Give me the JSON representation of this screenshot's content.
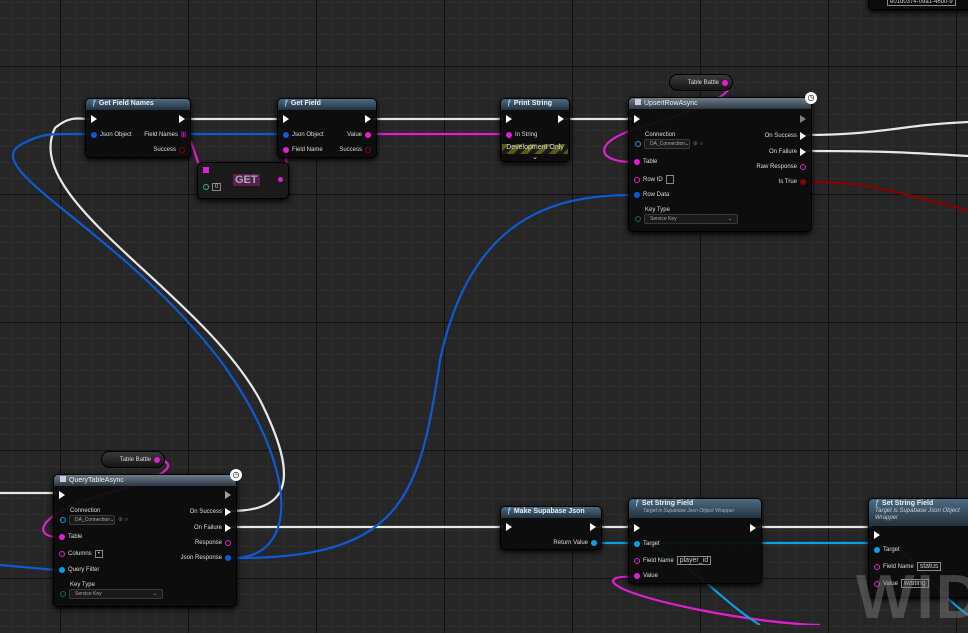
{
  "colors": {
    "exec": "#ffffff",
    "object": "#0c5bd4",
    "string": "#e21fd0",
    "bool": "#8a0000",
    "struct": "#0aa0e6",
    "background": "#262626"
  },
  "top_node": {
    "value": "e01d0374-09a1-4600-9"
  },
  "get_field_names": {
    "title": "Get Field Names",
    "pins": {
      "json_object": "Json Object",
      "field_names": "Field Names",
      "success": "Success"
    }
  },
  "get_array": {
    "title": "GET",
    "index": "0"
  },
  "get_field": {
    "title": "Get Field",
    "pins": {
      "json_object": "Json Object",
      "field_name": "Field Name",
      "value": "Value",
      "success": "Success"
    }
  },
  "print_string": {
    "title": "Print String",
    "pins": {
      "in_string": "In String"
    },
    "banner": "Development Only",
    "expand": "⌄"
  },
  "upsert": {
    "title": "UpsertRowAsync",
    "table_var": "Table Battle",
    "connection_label": "Connection",
    "connection_value": "DA_Connection",
    "table": "Table",
    "row_id": "Row ID",
    "row_data": "Row Data",
    "key_type_label": "Key Type",
    "key_type_value": "Service Key",
    "on_success": "On Success",
    "on_failure": "On Failure",
    "raw_response": "Raw Response",
    "is_true": "Is True"
  },
  "query": {
    "title": "QueryTableAsync",
    "table_var": "Table Battle",
    "connection_label": "Connection",
    "connection_value": "DA_Connection",
    "table": "Table",
    "columns": "Columns",
    "columns_value": "•",
    "query_filter": "Query Filter",
    "key_type_label": "Key Type",
    "key_type_value": "Service Key",
    "on_success": "On Success",
    "on_failure": "On Failure",
    "response": "Response",
    "json_response": "Json Response"
  },
  "make_json": {
    "title": "Make Supabase Json",
    "return_value": "Return Value"
  },
  "set_field_1": {
    "title": "Set String Field",
    "subtitle": "Target is Supabase Json Object Wrapper",
    "target": "Target",
    "field_name": "Field Name",
    "field_name_value": "player_id",
    "value": "Value"
  },
  "set_field_2": {
    "title": "Set String Field",
    "subtitle": "Target is Supabase Json Object Wrapper",
    "target": "Target",
    "field_name": "Field Name",
    "field_name_value": "status",
    "value": "Value",
    "value_value": "waiting"
  },
  "watermark": "WIDG"
}
